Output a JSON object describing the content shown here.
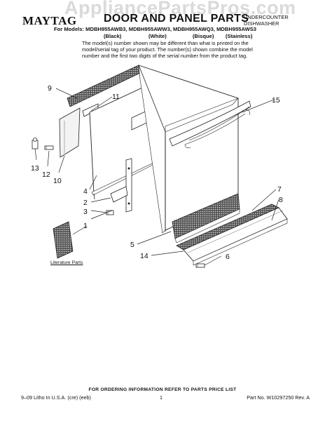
{
  "watermark": "AppliancePartsPros.com",
  "header": {
    "brand": "MAYTAG",
    "title": "DOOR AND PANEL PARTS",
    "product_type_line1": "UNDERCOUNTER",
    "product_type_line2": "DISHWASHER",
    "models_line": "For Models: MDBH955AWB3, MDBH955AWW3, MDBH955AWQ3, MDBH955AWS3",
    "colors": [
      "(Black)",
      "(White)",
      "(Bisque)",
      "(Stainless)"
    ],
    "note": "The model(s) number shown may be different than what is printed on the model/serial tag of your product. The number(s) shown combine the model number and the first two digits of the serial number from the product tag."
  },
  "callouts": {
    "c1": "1",
    "c2": "2",
    "c3": "3",
    "c4": "4",
    "c5": "5",
    "c6": "6",
    "c7": "7",
    "c8": "8",
    "c9": "9",
    "c10": "10",
    "c11": "11",
    "c12": "12",
    "c13": "13",
    "c14": "14",
    "c15": "15"
  },
  "literature_label": "Literature Parts",
  "footer": {
    "ordering": "FOR ORDERING INFORMATION REFER TO PARTS PRICE LIST",
    "left": "9–09 Litho In U.S.A. (cre) (eeb)",
    "page": "1",
    "right": "Part No. W10297250 Rev. A"
  }
}
